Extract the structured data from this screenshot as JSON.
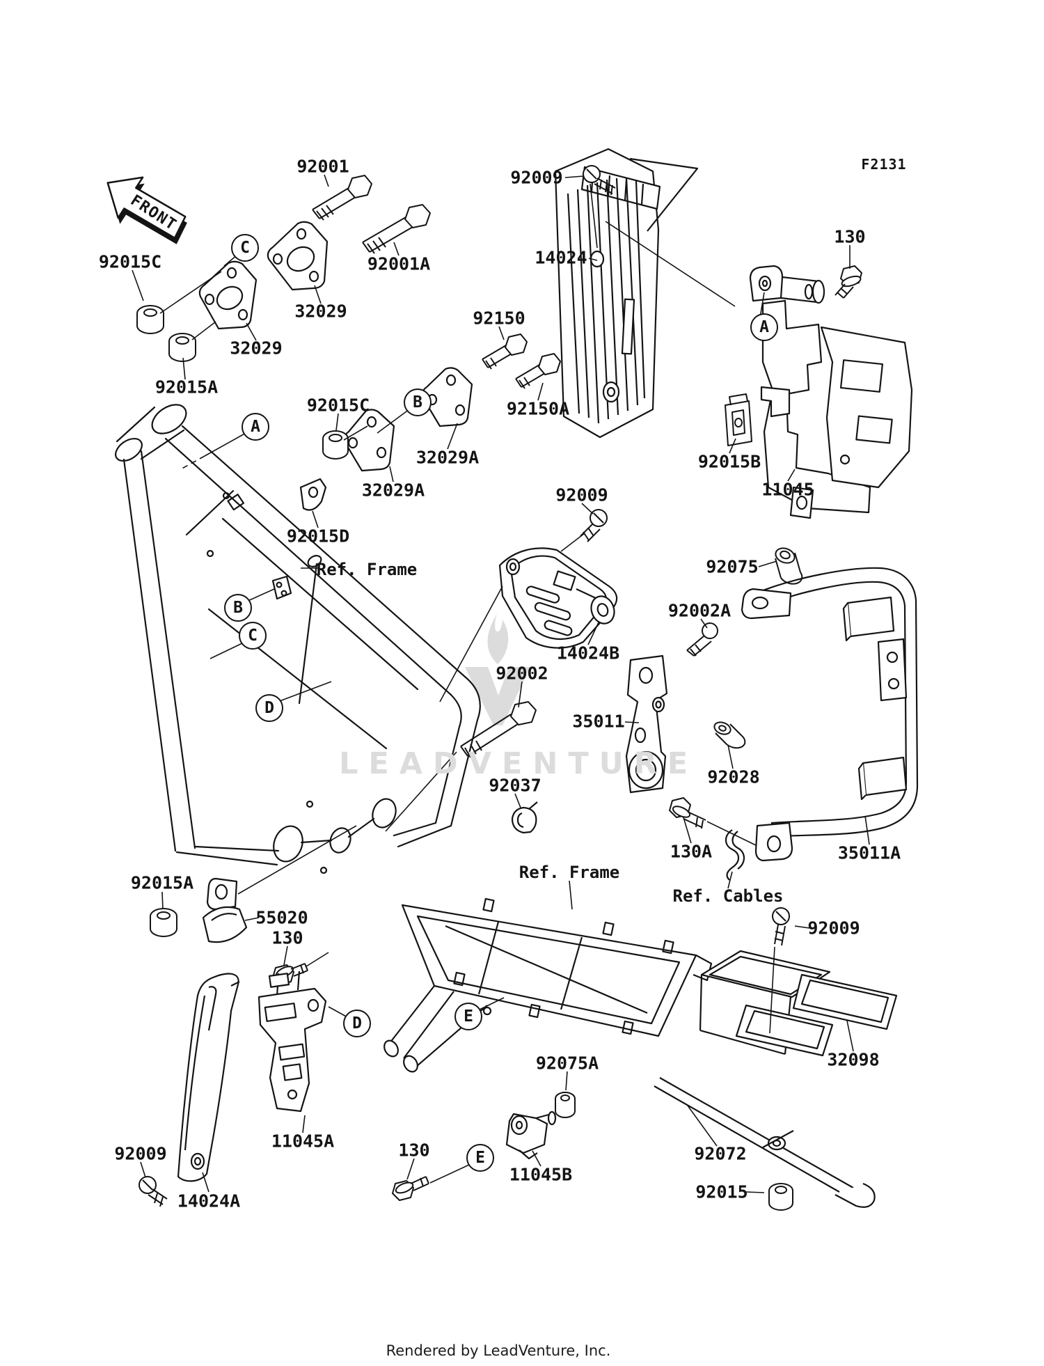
{
  "page": {
    "background": "#ffffff",
    "ink_color": "#141414",
    "watermark_color": "#dcdcdc"
  },
  "figure": {
    "code": "F2131",
    "front_label": "FRONT"
  },
  "watermark": {
    "text": "LEADVENTURE",
    "logo": "flame-v-logo"
  },
  "footer": {
    "text": "Rendered by LeadVenture, Inc."
  },
  "labels": [
    {
      "text": "92001",
      "kind": "part"
    },
    {
      "text": "92009",
      "kind": "part"
    },
    {
      "text": "130",
      "kind": "part"
    },
    {
      "text": "14024",
      "kind": "part"
    },
    {
      "text": "92015C",
      "kind": "part"
    },
    {
      "text": "92001A",
      "kind": "part"
    },
    {
      "text": "32029",
      "kind": "part"
    },
    {
      "text": "92150",
      "kind": "part"
    },
    {
      "text": "A",
      "kind": "callout"
    },
    {
      "text": "32029",
      "kind": "part"
    },
    {
      "text": "92015A",
      "kind": "part"
    },
    {
      "text": "C",
      "kind": "callout"
    },
    {
      "text": "92015C",
      "kind": "part"
    },
    {
      "text": "B",
      "kind": "callout"
    },
    {
      "text": "92150A",
      "kind": "part"
    },
    {
      "text": "A",
      "kind": "callout"
    },
    {
      "text": "32029A",
      "kind": "part"
    },
    {
      "text": "92015B",
      "kind": "part"
    },
    {
      "text": "11045",
      "kind": "part"
    },
    {
      "text": "32029A",
      "kind": "part"
    },
    {
      "text": "92009",
      "kind": "part"
    },
    {
      "text": "92015D",
      "kind": "part"
    },
    {
      "text": "92075",
      "kind": "part"
    },
    {
      "text": "Ref. Frame",
      "kind": "ref"
    },
    {
      "text": "B",
      "kind": "callout"
    },
    {
      "text": "92002A",
      "kind": "part"
    },
    {
      "text": "C",
      "kind": "callout"
    },
    {
      "text": "14024B",
      "kind": "part"
    },
    {
      "text": "92002",
      "kind": "part"
    },
    {
      "text": "D",
      "kind": "callout"
    },
    {
      "text": "35011",
      "kind": "part"
    },
    {
      "text": "92028",
      "kind": "part"
    },
    {
      "text": "92037",
      "kind": "part"
    },
    {
      "text": "130A",
      "kind": "part"
    },
    {
      "text": "35011A",
      "kind": "part"
    },
    {
      "text": "92015A",
      "kind": "part"
    },
    {
      "text": "Ref. Frame",
      "kind": "ref"
    },
    {
      "text": "Ref. Cables",
      "kind": "ref"
    },
    {
      "text": "55020",
      "kind": "part"
    },
    {
      "text": "130",
      "kind": "part"
    },
    {
      "text": "92009",
      "kind": "part"
    },
    {
      "text": "E",
      "kind": "callout"
    },
    {
      "text": "D",
      "kind": "callout"
    },
    {
      "text": "32098",
      "kind": "part"
    },
    {
      "text": "92075A",
      "kind": "part"
    },
    {
      "text": "11045A",
      "kind": "part"
    },
    {
      "text": "130",
      "kind": "part"
    },
    {
      "text": "92072",
      "kind": "part"
    },
    {
      "text": "E",
      "kind": "callout"
    },
    {
      "text": "92009",
      "kind": "part"
    },
    {
      "text": "11045B",
      "kind": "part"
    },
    {
      "text": "92015",
      "kind": "part"
    },
    {
      "text": "14024A",
      "kind": "part"
    }
  ]
}
